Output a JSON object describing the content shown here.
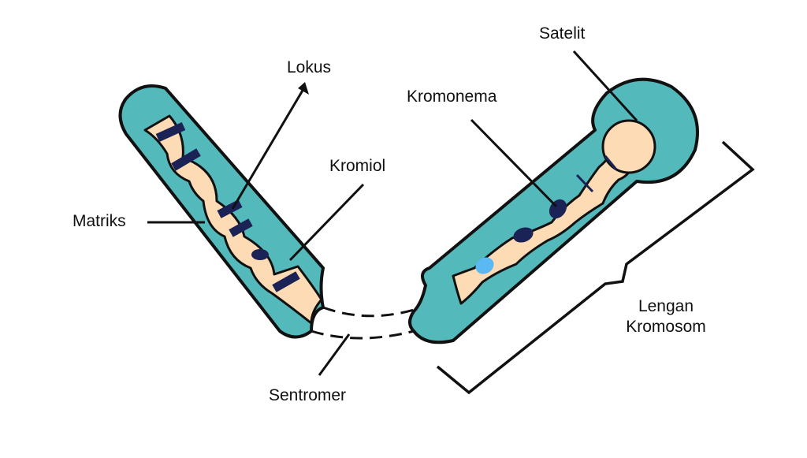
{
  "labels": {
    "satelit": "Satelit",
    "lokus": "Lokus",
    "kromonema": "Kromonema",
    "kromiol": "Kromiol",
    "matriks": "Matriks",
    "lengan_line1": "Lengan",
    "lengan_line2": "Kromosom",
    "sentromer": "Sentromer"
  },
  "colors": {
    "matrix_fill": "#54b9bb",
    "chromonema_fill": "#fddcb5",
    "band_dark": "#1b2255",
    "chromiole_light": "#5ab8f3",
    "outline": "#111111"
  }
}
